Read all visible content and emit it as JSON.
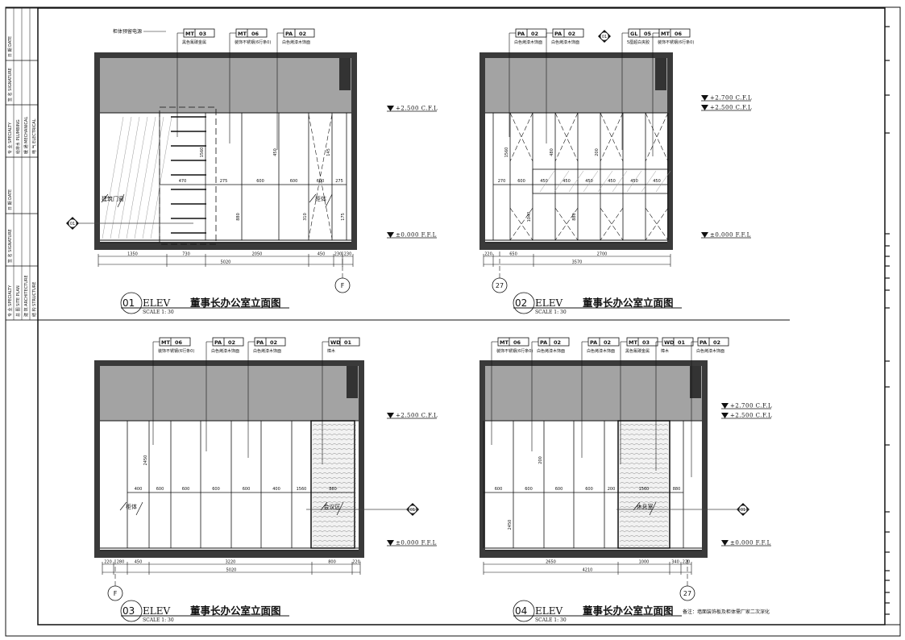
{
  "title_block": {
    "cols": [
      [
        "专 业 SPECIALTY",
        "总 图 SITE PLAN",
        "建 筑 ARCHITECTURE",
        "结 构 STRUCTURE"
      ],
      [
        "签 名 SIGNATURE"
      ],
      [
        "日 期 DATE"
      ],
      [
        "专 业 SPECIALTY",
        "给排水 PLUMBING",
        "暖 通 MECHANICAL",
        "电 气 ELECTRICAL"
      ],
      [
        "签 名 SIGNATURE"
      ],
      [
        "日 期 DATE"
      ]
    ]
  },
  "views": [
    {
      "num": "01",
      "code": "ELEV",
      "title": "董事长办公室立面图",
      "scale": "SCALE 1: 30",
      "tags": [
        {
          "code": "MT",
          "num": "03",
          "desc": "黑色氟碳金属"
        },
        {
          "code": "MT",
          "num": "06",
          "desc": "装饰不锈钢(6行条0)"
        },
        {
          "code": "PA",
          "num": "02",
          "desc": "白色烤漆木饰面"
        }
      ],
      "note_left": "柜体预留电源",
      "levels": [
        "+2.500  C.F.L",
        "±0.000 F.F.L"
      ],
      "dims_row1": [
        "1350",
        "730",
        "2050",
        "450",
        "230",
        "230"
      ],
      "dims_total": "5020",
      "labels": [
        "建筑门窗",
        "柜体"
      ],
      "inner_dims": [
        "470",
        "275",
        "600",
        "600",
        "600",
        "275",
        "1560",
        "880",
        "450",
        "310",
        "145",
        "175"
      ],
      "grid_ref": "F",
      "section_marker": "01"
    },
    {
      "num": "02",
      "code": "ELEV",
      "title": "董事长办公室立面图",
      "scale": "SCALE 1: 30",
      "tags": [
        {
          "code": "PA",
          "num": "02",
          "desc": "白色烤漆木饰面"
        },
        {
          "code": "PA",
          "num": "02",
          "desc": "白色烤漆木饰面"
        },
        {
          "code": "GL",
          "num": "05",
          "desc": "5厘超白夹胶"
        },
        {
          "code": "MT",
          "num": "06",
          "desc": "装饰不锈钢(6行条0)"
        }
      ],
      "section_marker": "01",
      "levels": [
        "+2.700  C.F.L",
        "+2.500  C.F.L",
        "±0.000 F.F.L"
      ],
      "dims_row1": [
        "220",
        "650",
        "2700"
      ],
      "dims_total": "3570",
      "inner_dims": [
        "270",
        "600",
        "450",
        "450",
        "450",
        "450",
        "450",
        "450",
        "1560",
        "1040",
        "480",
        "880",
        "200"
      ],
      "grid_ref": "27"
    },
    {
      "num": "03",
      "code": "ELEV",
      "title": "董事长办公室立面图",
      "scale": "SCALE 1: 30",
      "tags": [
        {
          "code": "MT",
          "num": "06",
          "desc": "装饰不锈钢(6行条0)"
        },
        {
          "code": "PA",
          "num": "02",
          "desc": "白色烤漆木饰面"
        },
        {
          "code": "PA",
          "num": "02",
          "desc": "白色烤漆木饰面"
        },
        {
          "code": "WD",
          "num": "01",
          "desc": "樟木"
        }
      ],
      "levels": [
        "+2.500  C.F.L",
        "±0.000 F.F.L"
      ],
      "dims_row1": [
        "220",
        "280",
        "450",
        "3220",
        "800",
        "220"
      ],
      "dims_total": "5020",
      "labels": [
        "柜体",
        "会议区"
      ],
      "inner_dims": [
        "400",
        "600",
        "600",
        "600",
        "600",
        "400",
        "1560",
        "880",
        "2450"
      ],
      "grid_ref": "F",
      "section_marker": "01"
    },
    {
      "num": "04",
      "code": "ELEV",
      "title": "董事长办公室立面图",
      "scale": "SCALE 1: 30",
      "tags": [
        {
          "code": "MT",
          "num": "06",
          "desc": "装饰不锈钢(6行条0)"
        },
        {
          "code": "PA",
          "num": "02",
          "desc": "白色烤漆木饰面"
        },
        {
          "code": "PA",
          "num": "02",
          "desc": "白色烤漆木饰面"
        },
        {
          "code": "MT",
          "num": "03",
          "desc": "黑色氟碳金属"
        },
        {
          "code": "WD",
          "num": "01",
          "desc": "樟木"
        },
        {
          "code": "PA",
          "num": "02",
          "desc": "白色烤漆木饰面"
        }
      ],
      "levels": [
        "+2.700  C.F.L",
        "+2.500  C.F.L",
        "±0.000 F.F.L"
      ],
      "dims_row1": [
        "2650",
        "1000",
        "340",
        "220"
      ],
      "dims_total": "4210",
      "labels": [
        "休息室"
      ],
      "inner_dims": [
        "600",
        "600",
        "600",
        "600",
        "200",
        "1560",
        "880",
        "2450",
        "200"
      ],
      "grid_ref": "27",
      "section_marker": "01",
      "note": "备注：墙面装饰板及柜体需厂家二次深化"
    }
  ],
  "colors": {
    "ceiling": "#a3a3a3",
    "wall": "#3a3a3a",
    "line": "#111111",
    "accent": "#1a3a8a"
  }
}
